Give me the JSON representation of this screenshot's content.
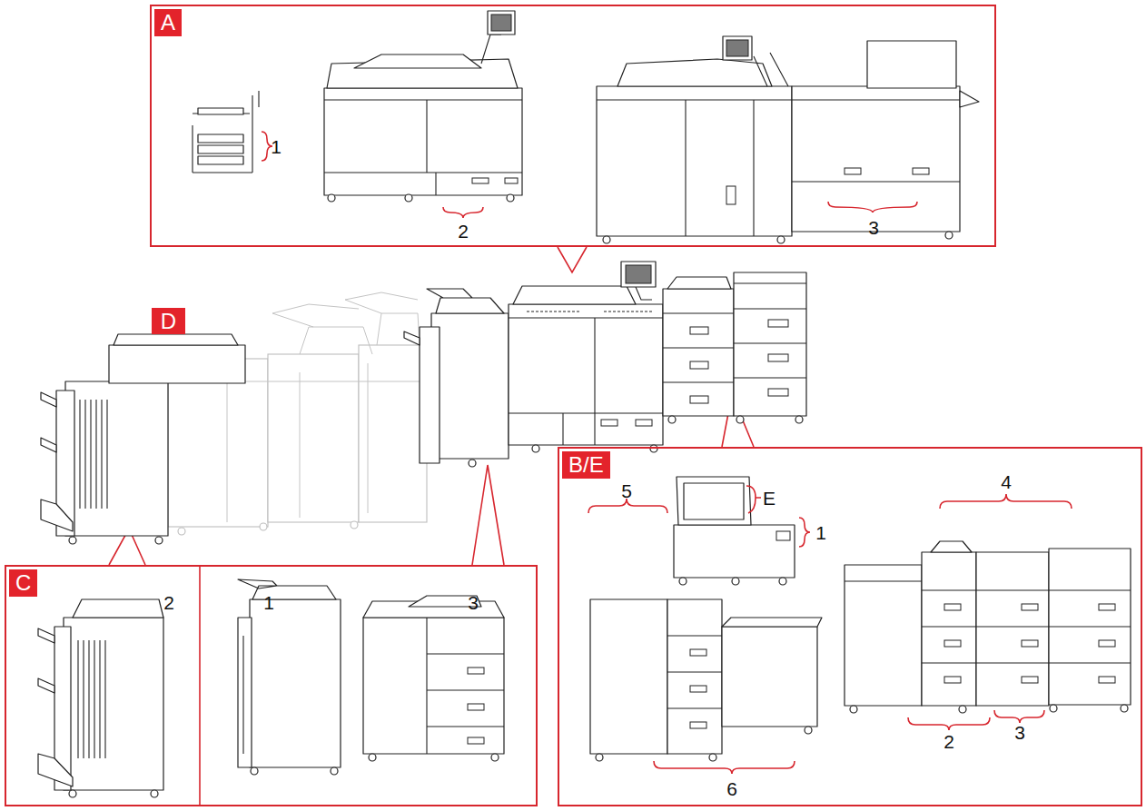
{
  "diagram": {
    "nodes": [
      {
        "text": [
          "A"
        ]
      },
      {
        "text": [
          "D"
        ]
      },
      {
        "text": [
          "B/E"
        ]
      },
      {
        "text": [
          "C"
        ]
      }
    ],
    "labels": [
      "1",
      "2",
      "3",
      "E",
      "1",
      "4",
      "5",
      "2",
      "3",
      "6",
      "2",
      "1",
      "3"
    ]
  }
}
